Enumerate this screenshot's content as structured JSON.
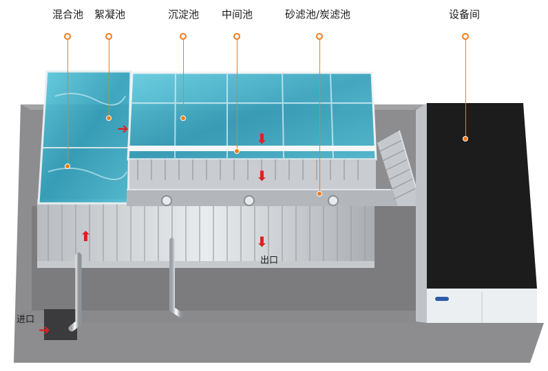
{
  "labels": {
    "mixing_tank": "混合池",
    "flocculation_tank": "絮凝池",
    "sedimentation_tank": "沉淀池",
    "intermediate_tank": "中间池",
    "filter_tanks": "砂滤池/炭滤池",
    "equipment_room": "设备间",
    "inlet": "进口",
    "outlet": "出口"
  },
  "colors": {
    "callout": "#f07a1a",
    "flow_arrow": "#e02020",
    "water": "#3fb0c8",
    "equipment_cabinet": "#1c1c1c"
  },
  "icons": {
    "flow": "red-arrow-icon",
    "callout": "orange-ring-icon"
  }
}
